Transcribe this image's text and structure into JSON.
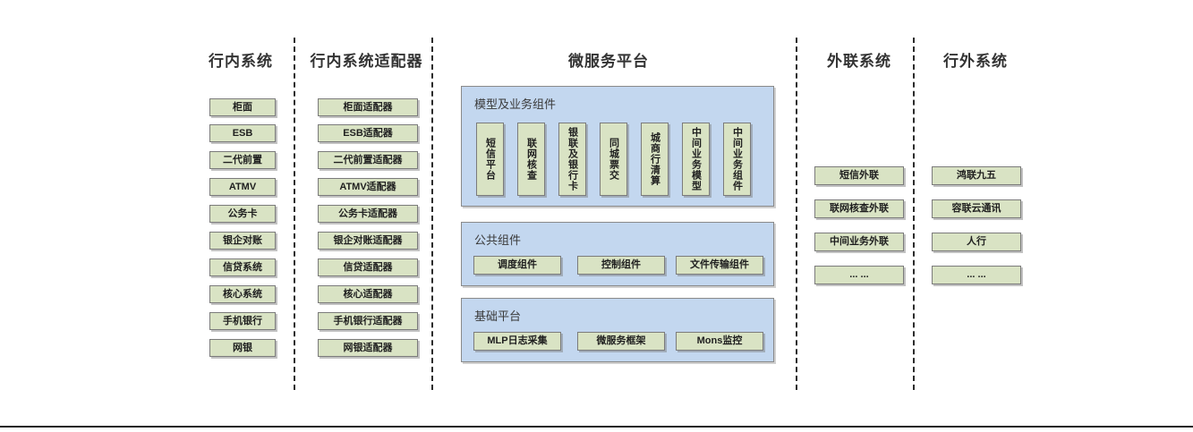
{
  "columns": [
    {
      "title": "行内系统",
      "items": [
        "柜面",
        "ESB",
        "二代前置",
        "ATMV",
        "公务卡",
        "银企对账",
        "信贷系统",
        "核心系统",
        "手机银行",
        "网银"
      ]
    },
    {
      "title": "行内系统适配器",
      "items": [
        "柜面适配器",
        "ESB适配器",
        "二代前置适配器",
        "ATMV适配器",
        "公务卡适配器",
        "银企对账适配器",
        "信贷适配器",
        "核心适配器",
        "手机银行适配器",
        "网银适配器"
      ]
    },
    {
      "title": "微服务平台"
    },
    {
      "title": "外联系统",
      "items": [
        "短信外联",
        "联网核查外联",
        "中间业务外联",
        "... ..."
      ]
    },
    {
      "title": "行外系统",
      "items": [
        "鸿联九五",
        "容联云通讯",
        "人行",
        "... ..."
      ]
    }
  ],
  "platform": {
    "groups": [
      {
        "title": "模型及业务组件",
        "orientation": "vertical",
        "items": [
          "短信平台",
          "联网核查",
          "银联及银行卡",
          "同城票交",
          "城商行清算",
          "中间业务模型",
          "中间业务组件"
        ]
      },
      {
        "title": "公共组件",
        "orientation": "horizontal",
        "items": [
          "调度组件",
          "控制组件",
          "文件传输组件"
        ]
      },
      {
        "title": "基础平台",
        "orientation": "horizontal",
        "items": [
          "MLP日志采集",
          "微服务框架",
          "Mons监控"
        ]
      }
    ]
  },
  "colors": {
    "node_fill": "#d9e3c4",
    "node_border": "#7b7b7b",
    "panel_fill": "#c3d7ef",
    "panel_border": "#8a8a8a",
    "text": "#333333",
    "separator": "#2b2b2b"
  }
}
